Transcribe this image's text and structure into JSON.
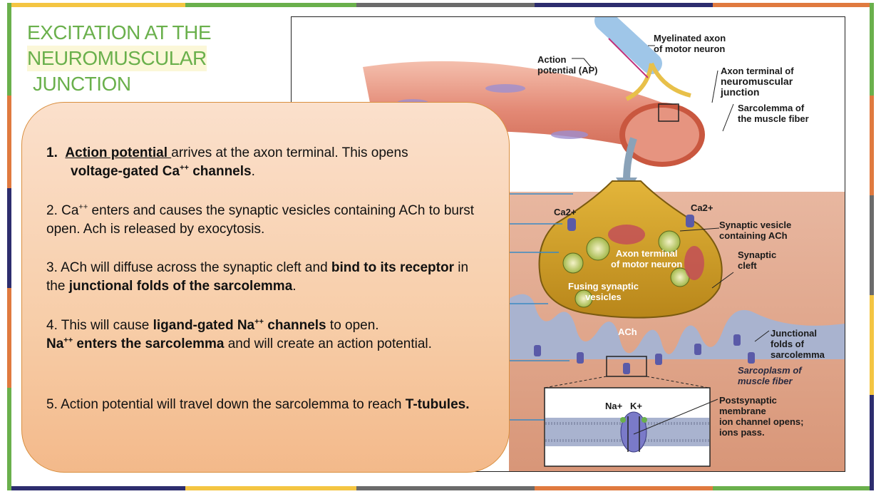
{
  "slide": {
    "title_lines": [
      "EXCITATION AT THE",
      "NEUROMUSCULAR",
      "JUNCTION"
    ],
    "accent_colors": [
      "#f4c542",
      "#6ab04c",
      "#3b82c4",
      "#e07a3f",
      "#2d2d6e"
    ]
  },
  "steps": {
    "s1_num": "1.",
    "s1_a": "Action potential ",
    "s1_b": "arrives at the axon terminal. This opens",
    "s1_c": "voltage-gated Ca",
    "s1_sup": "++",
    "s1_d": " channels",
    "s1_e": ".",
    "s2_a": "2. Ca",
    "s2_sup": "++",
    "s2_b": " enters and causes the synaptic vesicles containing ACh to burst open. Ach is released by exocytosis.",
    "s3_a": "3. ACh will diffuse across the synaptic cleft and ",
    "s3_b": "bind to its receptor",
    "s3_c": " in the ",
    "s3_d": "junctional folds of the sarcolemma",
    "s3_e": ".",
    "s4_a": "4. This will cause ",
    "s4_b": "ligand-gated Na",
    "s4_sup": "++",
    "s4_c": " channels",
    "s4_d": " to open.",
    "s4_e": "Na",
    "s4_sup2": "++",
    "s4_f": " enters the sarcolemma",
    "s4_g": " and will create an action potential.",
    "s5_a": "5. Action  potential will travel down the sarcolemma to reach ",
    "s5_b": "T-tubules."
  },
  "figure": {
    "myelinated": [
      "Myelinated axon",
      "of motor neuron"
    ],
    "action_potential": [
      "Action",
      "potential (AP)"
    ],
    "axon_terminal_of": "Axon terminal of",
    "nmj": [
      "neuromuscular",
      "junction"
    ],
    "sarcolemma": [
      "Sarcolemma of",
      "the muscle fiber"
    ],
    "ca_left": "Ca2+",
    "ca_right": "Ca2+",
    "synaptic_vesicle": [
      "Synaptic vesicle",
      "containing ACh"
    ],
    "synaptic_cleft": [
      "Synaptic",
      "cleft"
    ],
    "axon_terminal_inner": [
      "Axon terminal",
      "of motor neuron"
    ],
    "fusing": [
      "Fusing synaptic",
      "vesicles"
    ],
    "ach": "ACh",
    "junctional": [
      "Junctional",
      "folds of",
      "sarcolemma"
    ],
    "sarcoplasm": [
      "Sarcoplasm of",
      "muscle fiber"
    ],
    "na": "Na+",
    "k": "K+",
    "postsynaptic": [
      "Postsynaptic",
      "membrane",
      "ion channel opens;",
      "ions pass."
    ]
  }
}
